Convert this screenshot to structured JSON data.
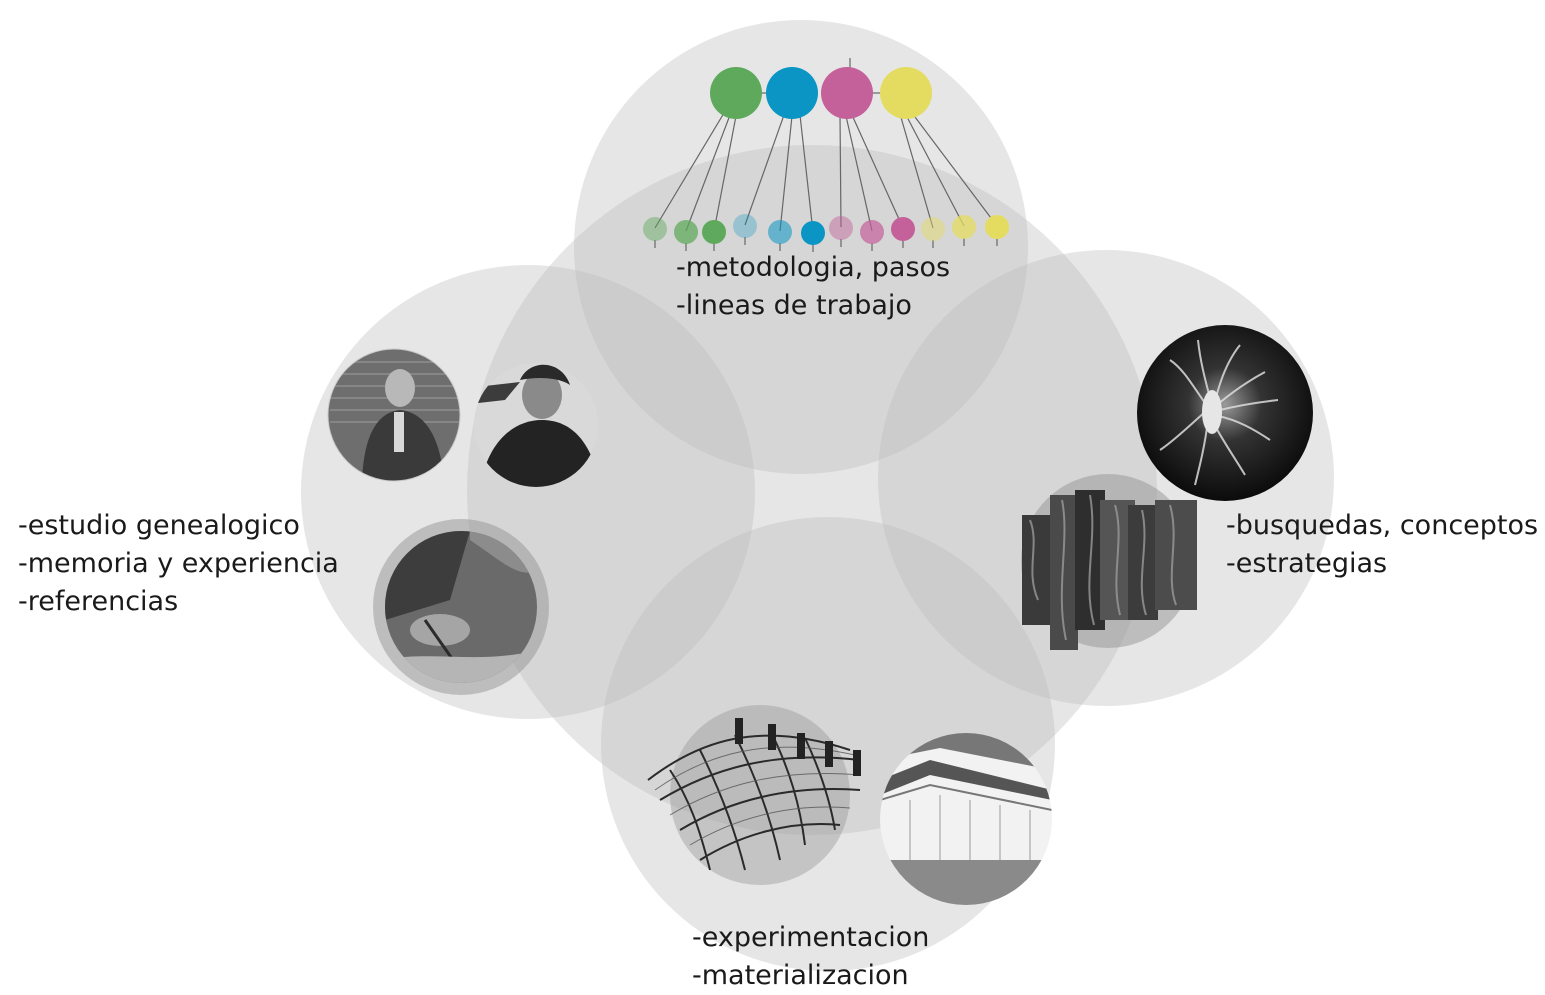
{
  "labels": {
    "top": [
      "-metodologia, pasos",
      "-lineas de trabajo"
    ],
    "left": [
      "-estudio genealogico",
      "-memoria y experiencia",
      "-referencias"
    ],
    "right": [
      "-busquedas, conceptos",
      "-estrategias"
    ],
    "bottom": [
      "-experimentacion",
      "-materializacion"
    ]
  },
  "colors": {
    "circle_fill": "#bdbdbd",
    "green": "#5fa95c",
    "blue": "#0a95c4",
    "magenta": "#c4609a",
    "yellow": "#e4dc60"
  },
  "images": {
    "left": [
      "portrait-photo",
      "portrait-photo",
      "hands-drawing-photo"
    ],
    "right": [
      "dancer-photo",
      "texture-panels-image"
    ],
    "bottom": [
      "wireframe-structure-render",
      "interior-render"
    ]
  }
}
